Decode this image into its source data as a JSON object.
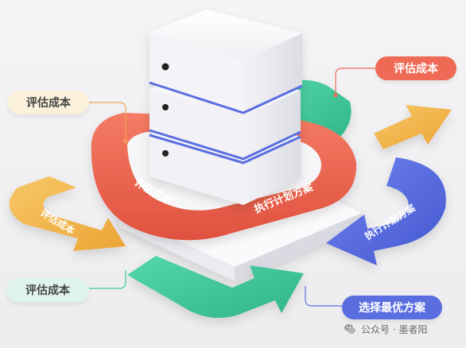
{
  "labels": {
    "top_left_pill": "评估成本",
    "top_right_pill": "评估成本",
    "bottom_left_pill": "评估成本",
    "bottom_right_pill": "选择最优方案",
    "ring_left": "评估成本",
    "ring_right": "执行计划方案",
    "yellow_arrow": "评估成本",
    "blue_arrow": "执行计划方案"
  },
  "watermark": {
    "text": "公众号 · 墨者阳",
    "icon": "wechat-icon"
  },
  "colors": {
    "coral": "#ef6a55",
    "mint": "#3ec79b",
    "yellow": "#f2b94b",
    "blue": "#5a6ee0",
    "server_white": "#f7f7fa",
    "server_blue_accent": "#5a6ee0"
  }
}
